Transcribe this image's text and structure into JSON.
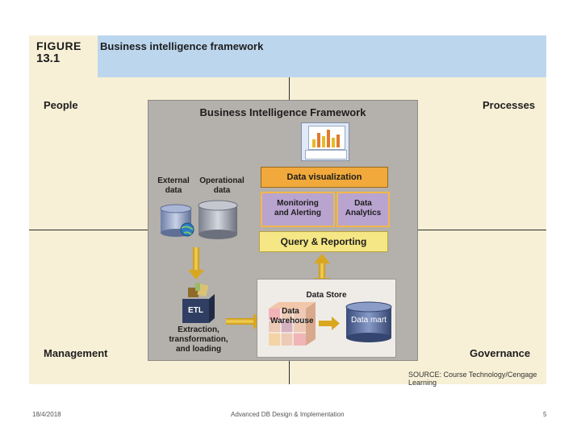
{
  "figure": {
    "label": "FIGURE",
    "number": "13.1",
    "title": "Business intelligence framework",
    "source": "SOURCE: Course Technology/Cengage Learning"
  },
  "quadrants": {
    "top_left": "People",
    "top_right": "Processes",
    "bottom_left": "Management",
    "bottom_right": "Governance"
  },
  "framework": {
    "title": "Business Intelligence Framework",
    "data_visualization": "Data visualization",
    "monitoring_line1": "Monitoring",
    "monitoring_line2": "and Alerting",
    "analytics_line1": "Data",
    "analytics_line2": "Analytics",
    "query_reporting": "Query & Reporting",
    "external_line1": "External",
    "external_line2": "data",
    "operational_line1": "Operational",
    "operational_line2": "data",
    "data_store": "Data Store",
    "dw_line1": "Data",
    "dw_line2": "Warehouse",
    "data_mart": "Data mart",
    "etl_abbrev": "ETL",
    "etl_line1": "Extraction,",
    "etl_line2": "transformation,",
    "etl_line3": "and loading"
  },
  "colors": {
    "header_blue": "#bcd6ee",
    "background_cream": "#f7f0d6",
    "panel_gray": "#b4b0ab",
    "orange": "#f1a93b",
    "purple": "#b9a4cf",
    "query_yellow": "#f5e785",
    "arrow_gold": "#e8b928"
  },
  "footer": {
    "date": "18/4/2018",
    "course": "Advanced DB Design & Implementation",
    "page": "5"
  }
}
